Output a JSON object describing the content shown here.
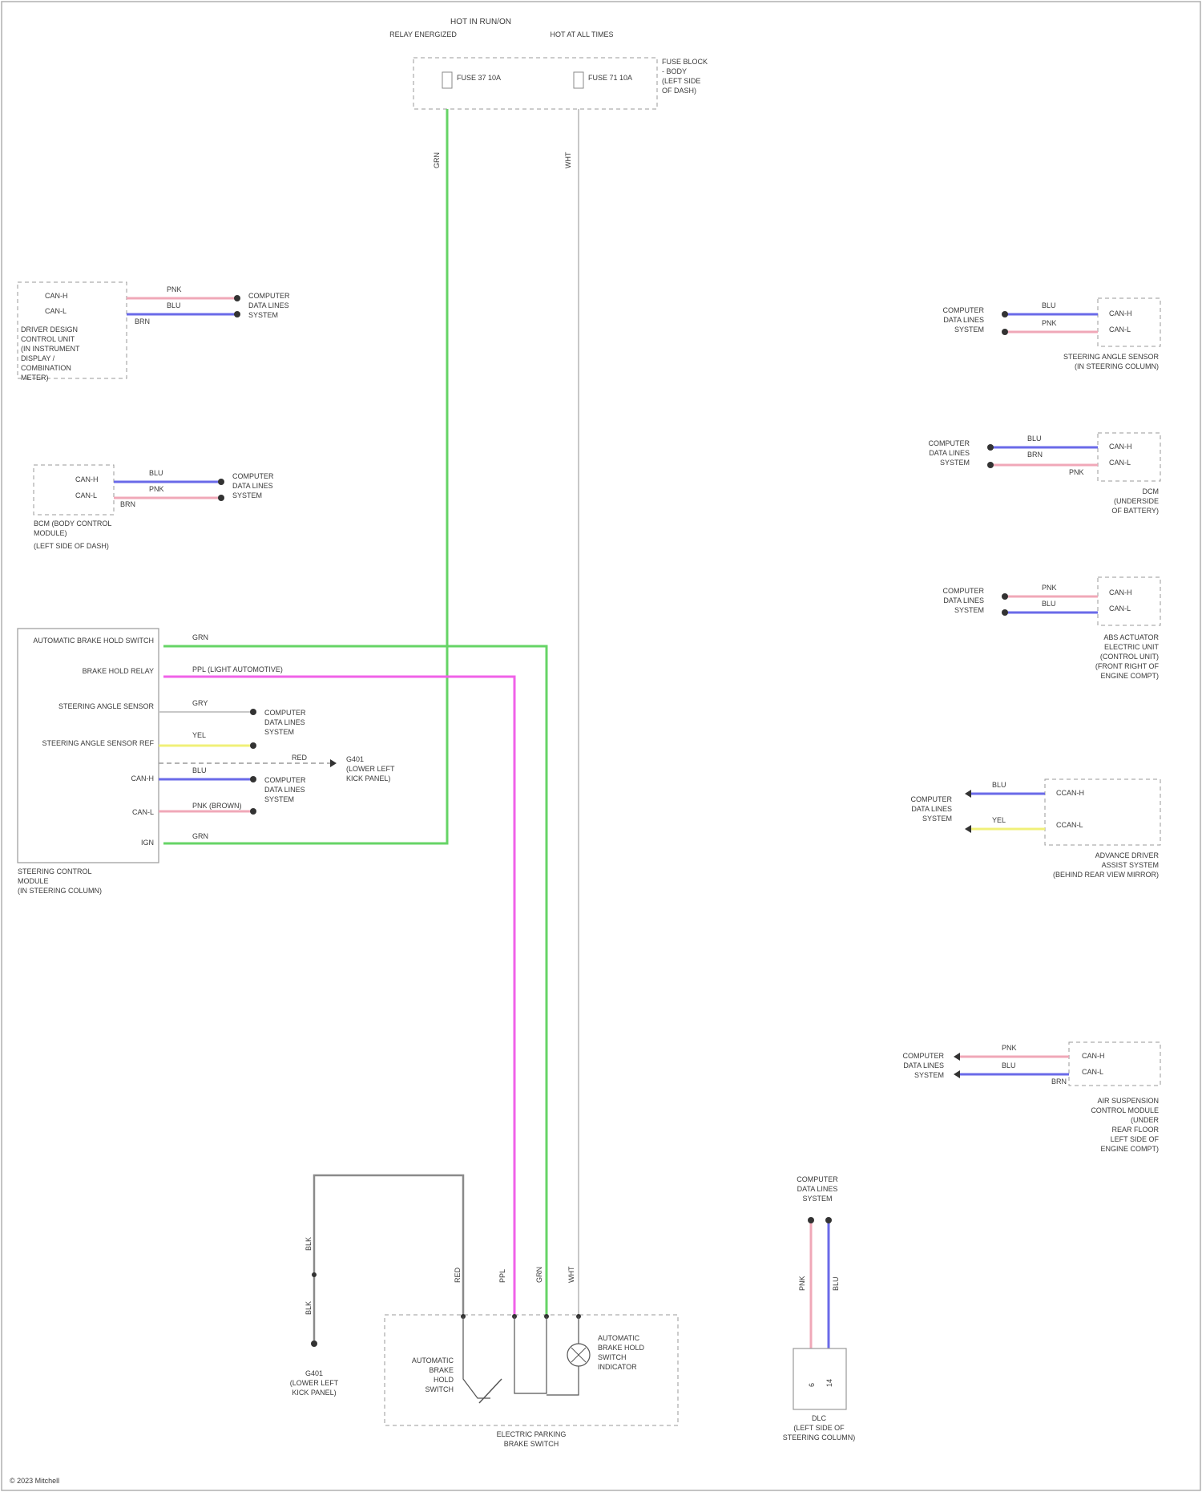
{
  "colors": {
    "green": "#66d466",
    "magenta": "#f062e8",
    "blue": "#6a6ae8",
    "pink": "#f0a8b8",
    "yellow": "#f0f078",
    "gray": "#8a8a8a",
    "lightgray": "#c8c8c8",
    "box": "#9a9a9a"
  },
  "fuse_block": {
    "title": "HOT IN RUN/ON",
    "col1_label": "RELAY ENERGIZED",
    "col2_label": "HOT AT ALL TIMES",
    "fuse1": "FUSE 37 10A",
    "fuse2": "FUSE 71 10A",
    "name_lines": [
      "FUSE BLOCK",
      "- BODY",
      "(LEFT SIDE",
      "OF DASH)"
    ],
    "wire1_label": "GRN",
    "wire2_label": "WHT"
  },
  "left_modules": [
    {
      "pins": [
        "CAN-H",
        "CAN-L"
      ],
      "wires": [
        "PNK",
        "BLU",
        "BRN"
      ],
      "dest_lines": [
        "COMPUTER",
        "DATA LINES",
        "SYSTEM"
      ],
      "name_lines": [
        "DRIVER DESIGN",
        "CONTROL UNIT",
        "(IN INSTRUMENT",
        "DISPLAY /",
        "COMBINATION",
        "METER)"
      ]
    },
    {
      "pins": [
        "CAN-H",
        "CAN-L"
      ],
      "wires": [
        "BLU",
        "PNK",
        "BRN"
      ],
      "dest_lines": [
        "COMPUTER",
        "DATA LINES",
        "SYSTEM"
      ],
      "name_lines": [
        "BCM (BODY CONTROL",
        "MODULE)",
        "(LEFT SIDE OF DASH)"
      ]
    }
  ],
  "steering_module": {
    "pins": [
      "AUTOMATIC BRAKE HOLD SWITCH",
      "BRAKE HOLD RELAY",
      "STEERING ANGLE SENSOR",
      "STEERING ANGLE SENSOR REF",
      "CAN-H",
      "CAN-L",
      "IGN"
    ],
    "wire_labels": [
      "GRN",
      "PPL (LIGHT AUTOMOTIVE)",
      "GRY",
      "YEL",
      "BLU",
      "PNK (BROWN)",
      "GRN",
      "RED"
    ],
    "dest1_lines": [
      "COMPUTER",
      "DATA LINES",
      "SYSTEM"
    ],
    "dest2_lines": [
      "COMPUTER",
      "DATA LINES",
      "SYSTEM"
    ],
    "ground_lines": [
      "G401",
      "(LOWER LEFT",
      "KICK PANEL)"
    ],
    "name_lines": [
      "STEERING CONTROL",
      "MODULE",
      "(IN STEERING COLUMN)"
    ]
  },
  "right_modules": [
    {
      "pins": [
        "CAN-H",
        "CAN-L"
      ],
      "wires": [
        "BLU",
        "PNK"
      ],
      "dest_lines": [
        "COMPUTER",
        "DATA LINES",
        "SYSTEM"
      ],
      "name_lines": [
        "STEERING ANGLE SENSOR",
        "(IN STEERING COLUMN)"
      ]
    },
    {
      "pins": [
        "CAN-H",
        "CAN-L"
      ],
      "wires": [
        "BLU",
        "BRN",
        "PNK"
      ],
      "dest_lines": [
        "COMPUTER",
        "DATA LINES",
        "SYSTEM"
      ],
      "name_lines": [
        "DCM",
        "(UNDERSIDE",
        "OF BATTERY)"
      ]
    },
    {
      "pins": [
        "CAN-H",
        "CAN-L"
      ],
      "wires": [
        "PNK",
        "BLU"
      ],
      "dest_lines": [
        "COMPUTER",
        "DATA LINES",
        "SYSTEM"
      ],
      "name_lines": [
        "ABS ACTUATOR",
        "ELECTRIC UNIT",
        "(CONTROL UNIT)",
        "(FRONT RIGHT OF",
        "ENGINE COMPT)"
      ]
    },
    {
      "pins": [
        "CCAN-H",
        "CCAN-L"
      ],
      "wires": [
        "BLU",
        "YEL"
      ],
      "dest_lines": [
        "COMPUTER",
        "DATA LINES",
        "SYSTEM"
      ],
      "name_lines": [
        "ADVANCE DRIVER",
        "ASSIST SYSTEM",
        "(BEHIND REAR VIEW MIRROR)"
      ]
    },
    {
      "pins": [
        "CAN-H",
        "CAN-L"
      ],
      "wires": [
        "PNK",
        "BLU",
        "BRN"
      ],
      "dest_lines": [
        "COMPUTER",
        "DATA LINES",
        "SYSTEM"
      ],
      "name_lines": [
        "AIR SUSPENSION",
        "CONTROL MODULE",
        "(UNDER",
        "REAR FLOOR",
        "LEFT SIDE OF",
        "ENGINE COMPT)"
      ]
    }
  ],
  "brake_module": {
    "top_wires": [
      "RED",
      "PPL",
      "GRN",
      "WHT"
    ],
    "switch_lines": [
      "AUTOMATIC",
      "BRAKE",
      "HOLD",
      "SWITCH"
    ],
    "indicator_lines": [
      "AUTOMATIC",
      "BRAKE HOLD",
      "SWITCH",
      "INDICATOR"
    ],
    "name_lines": [
      "ELECTRIC PARKING",
      "BRAKE SWITCH"
    ],
    "ground_wire1": "BLK",
    "ground_wire2": "BLK",
    "ground_lines": [
      "G401",
      "(LOWER LEFT",
      "KICK PANEL)"
    ]
  },
  "dlc": {
    "dest_lines": [
      "COMPUTER",
      "DATA LINES",
      "SYSTEM"
    ],
    "wire1": "PNK",
    "wire2": "BLU",
    "pins": [
      "6",
      "14"
    ],
    "name_lines": [
      "DLC",
      "(LEFT SIDE OF",
      "STEERING COLUMN)"
    ]
  },
  "footer": "© 2023 Mitchell"
}
